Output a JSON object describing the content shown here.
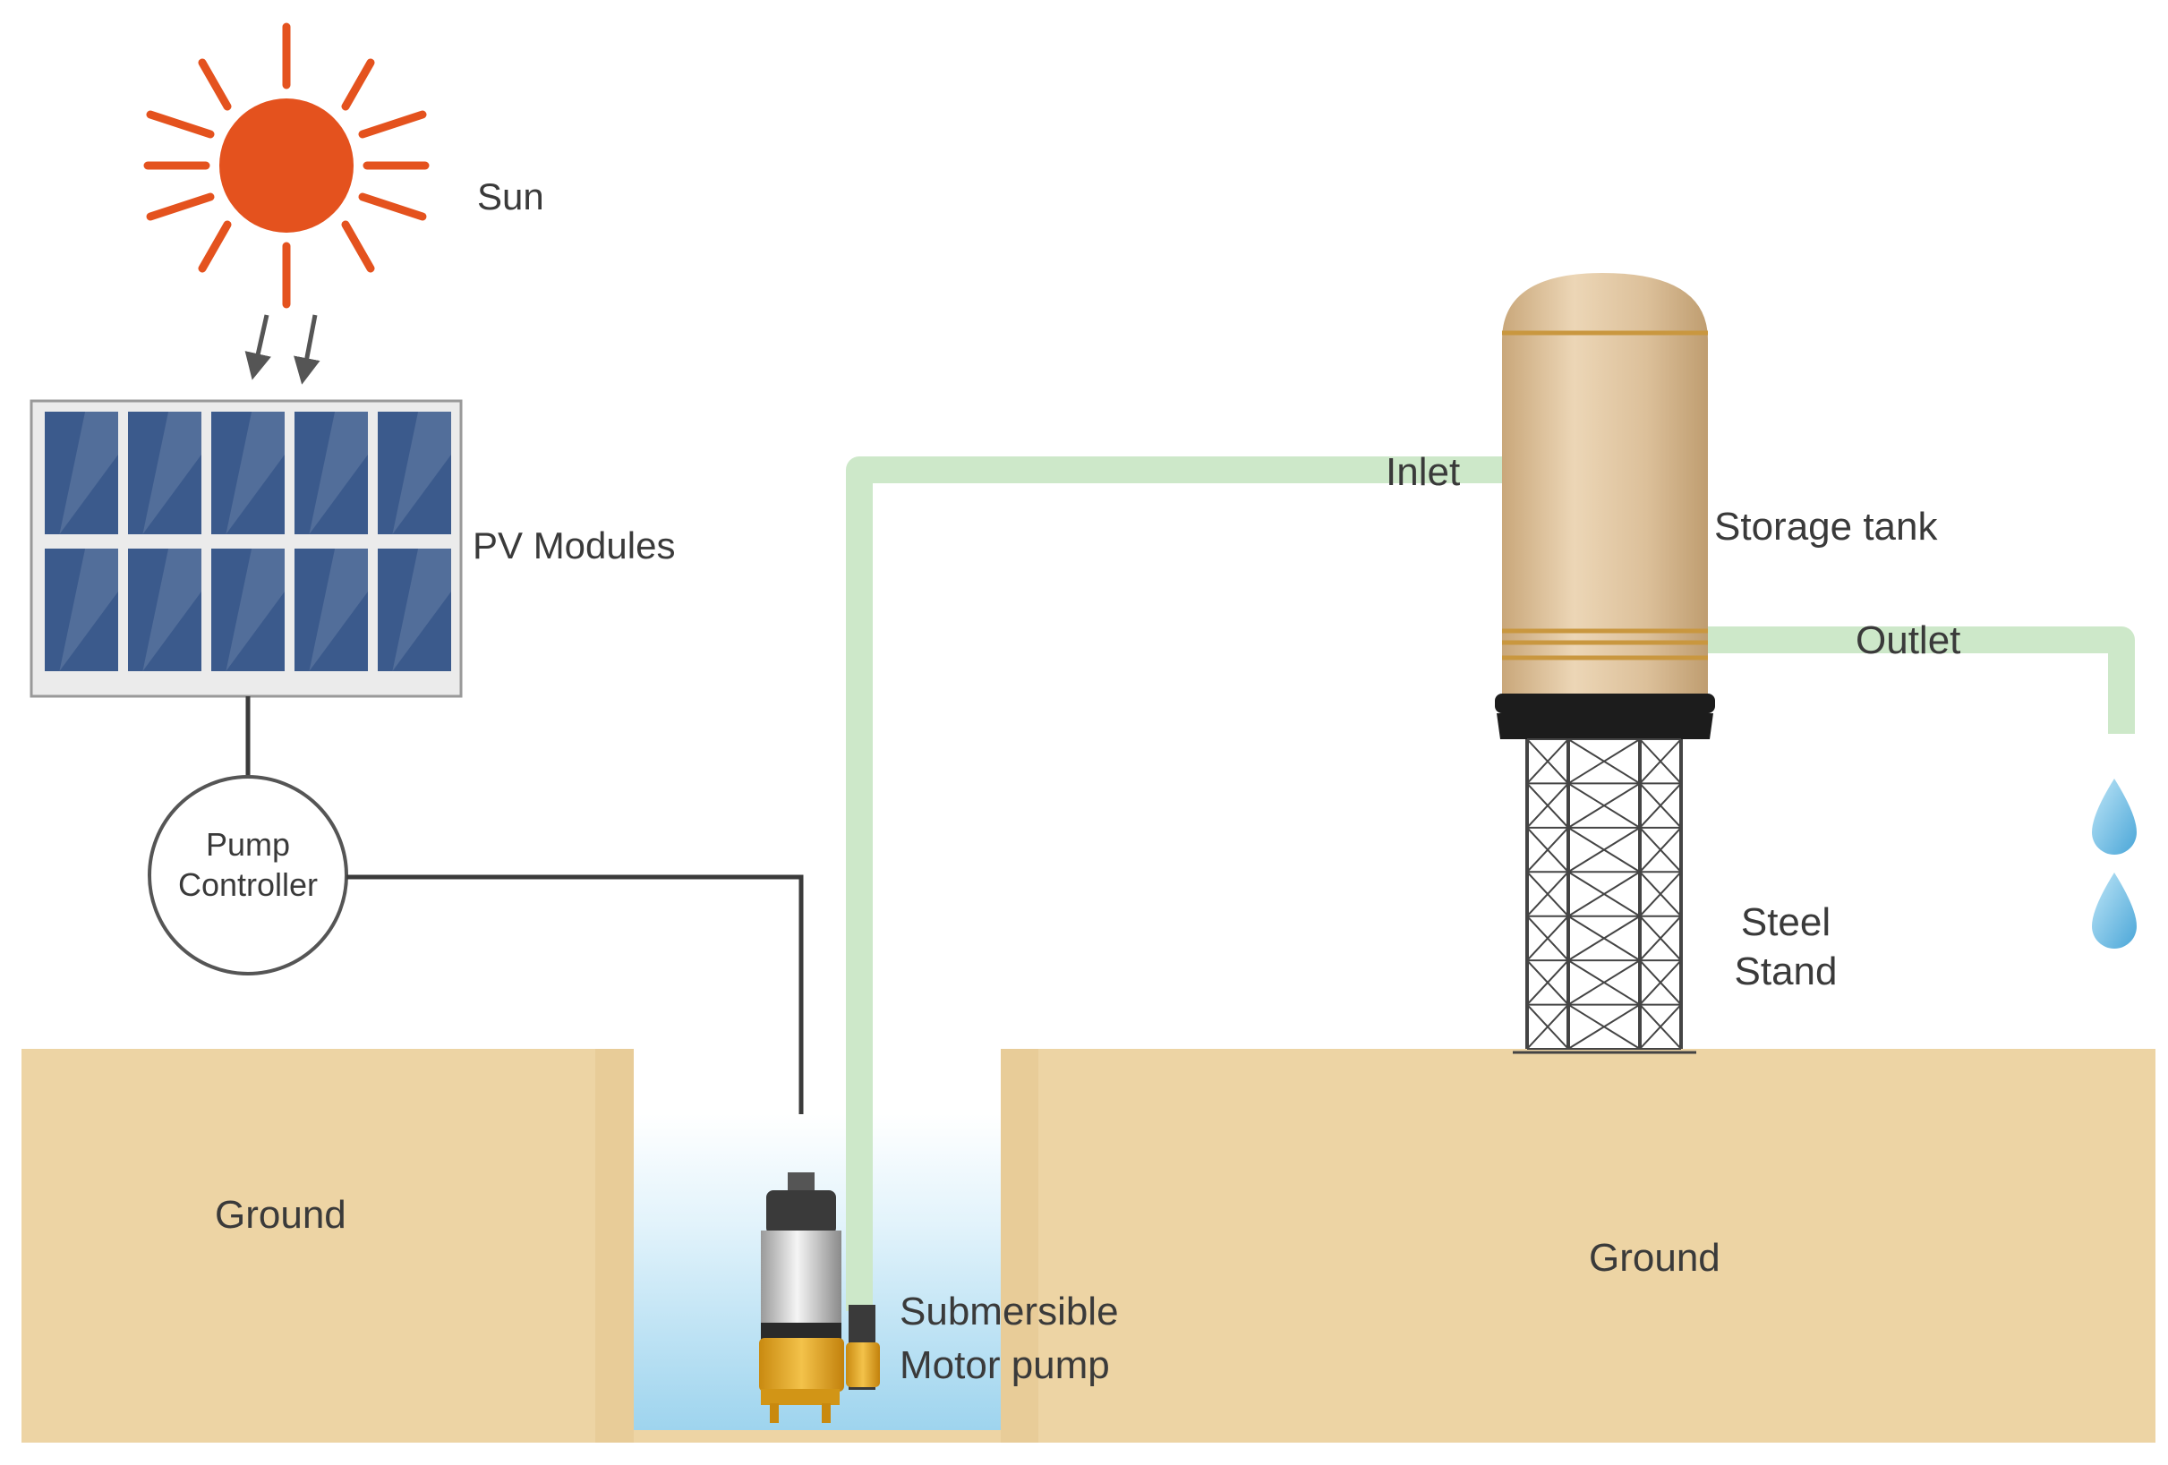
{
  "labels": {
    "sun": "Sun",
    "pv_modules": "PV Modules",
    "pump_controller": [
      "Pump",
      "Controller"
    ],
    "ground_left": "Ground",
    "ground_right": "Ground",
    "pump": [
      "Submersible",
      "Motor pump"
    ],
    "inlet": "Inlet",
    "storage_tank": "Storage tank",
    "outlet": "Outlet",
    "steel_stand": [
      "Steel",
      "Stand"
    ]
  },
  "colors": {
    "sun": "#e4521e",
    "panel_cell": "#3b5a8c",
    "panel_frame": "#ebebeb",
    "ground": "#edd4a4",
    "water": "#bfe3f3",
    "pipe": "#cde8c9",
    "tank": "#dcc09a",
    "tank_band": "#c9973f",
    "tank_base": "#1c1c1c",
    "cable": "#3b3b3b",
    "pump_body": "#3a3a3a",
    "pump_base": "#e3a61d",
    "droplet": "#7cc4e8"
  }
}
